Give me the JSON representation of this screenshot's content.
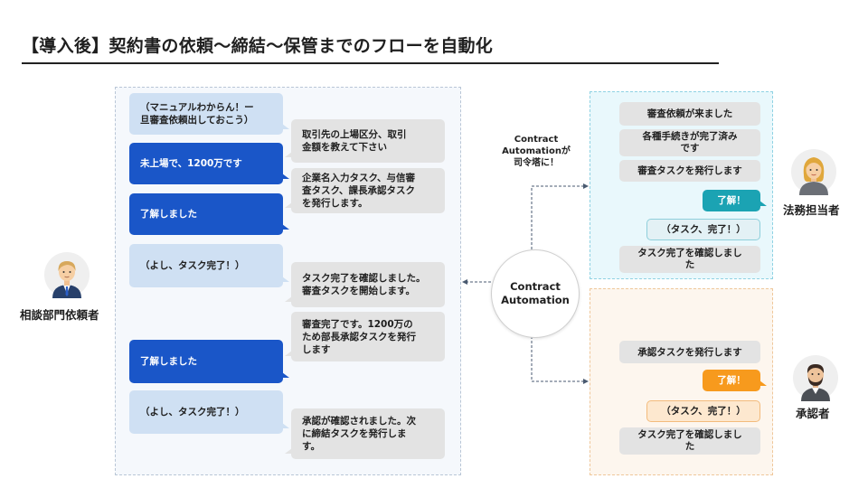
{
  "title": "【導入後】契約書の依頼〜締結〜保管までのフローを自動化",
  "requester": {
    "label": "相談部門依頼者",
    "messages": [
      {
        "line1": "（マニュアルわからん！ー",
        "line2": "旦審査依頼出しておこう）"
      },
      {
        "text": "未上場で、1200万です"
      },
      {
        "text": "了解しました"
      },
      {
        "text": "（よし、タスク完了！）"
      },
      {
        "text": "了解しました"
      },
      {
        "text": "（よし、タスク完了！）"
      }
    ]
  },
  "system_left": {
    "messages": [
      {
        "line1": "取引先の上場区分、取引",
        "line2": "金額を教えて下さい"
      },
      {
        "line1": "企業名入力タスク、与信審",
        "line2": "査タスク、課長承認タスク",
        "line3": "を発行します。"
      },
      {
        "line1": "タスク完了を確認しました。",
        "line2": "審査タスクを開始します。"
      },
      {
        "line1": "審査完了です。1200万の",
        "line2": "ため部長承認タスクを発行",
        "line3": "します"
      },
      {
        "line1": "承認が確認されました。次",
        "line2": "に締結タスクを発行しま",
        "line3": "す。"
      }
    ]
  },
  "center": {
    "callout_line1": "Contract",
    "callout_line2": "Automationが",
    "callout_line3": "司令塔に！",
    "circle_line1": "Contract",
    "circle_line2": "Automation"
  },
  "legal": {
    "label": "法務担当者",
    "system_messages": [
      {
        "text": "審査依頼が来ました"
      },
      {
        "line1": "各種手続きが完了済み",
        "line2": "です"
      },
      {
        "text": "審査タスクを発行します"
      },
      {
        "line1": "タスク完了を確認しまし",
        "line2": "た"
      }
    ],
    "reply": "了解！",
    "thought": "（タスク、完了！）"
  },
  "approver": {
    "label": "承認者",
    "system_messages": [
      {
        "text": "承認タスクを発行します"
      },
      {
        "line1": "タスク完了を確認しまし",
        "line2": "た"
      }
    ],
    "reply": "了解！",
    "thought": "（タスク、完了！）"
  },
  "colors": {
    "requester_bubble": "#cfe0f3",
    "requester_reply": "#1a56c8",
    "system_bubble": "#e3e3e3",
    "legal_reply": "#1ba3b3",
    "approver_reply": "#f79a1d"
  }
}
